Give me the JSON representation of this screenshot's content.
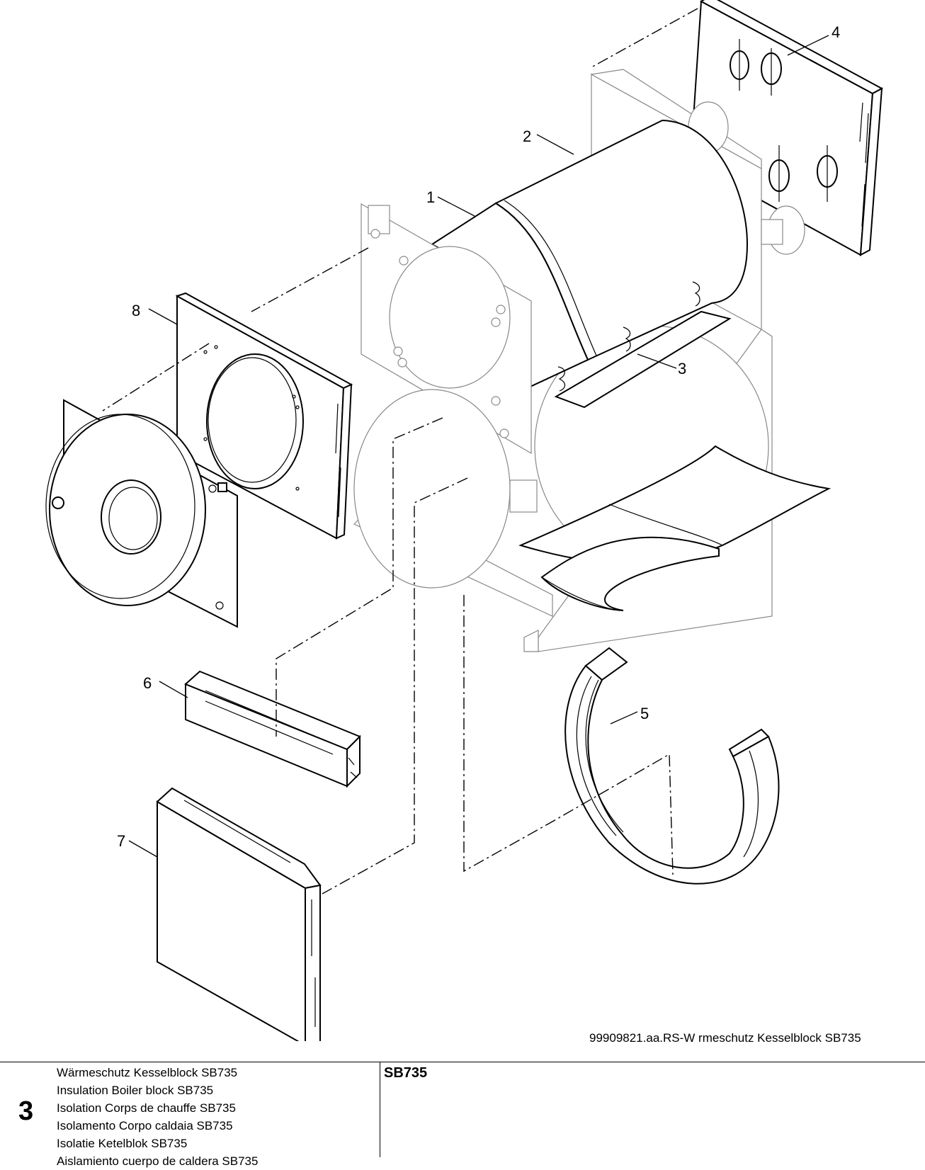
{
  "drawing": {
    "callouts": [
      "1",
      "2",
      "3",
      "4",
      "5",
      "6",
      "7",
      "8"
    ],
    "code": "99909821.aa.RS-W rmeschutz Kesselblock SB735"
  },
  "footer": {
    "page_number": "3",
    "titles": [
      "Wärmeschutz Kesselblock SB735",
      "Insulation Boiler block SB735",
      "Isolation Corps de chauffe SB735",
      "Isolamento Corpo caldaia SB735",
      "Isolatie Ketelblok SB735",
      "Aislamiento cuerpo de caldera SB735"
    ],
    "model": "SB735"
  }
}
